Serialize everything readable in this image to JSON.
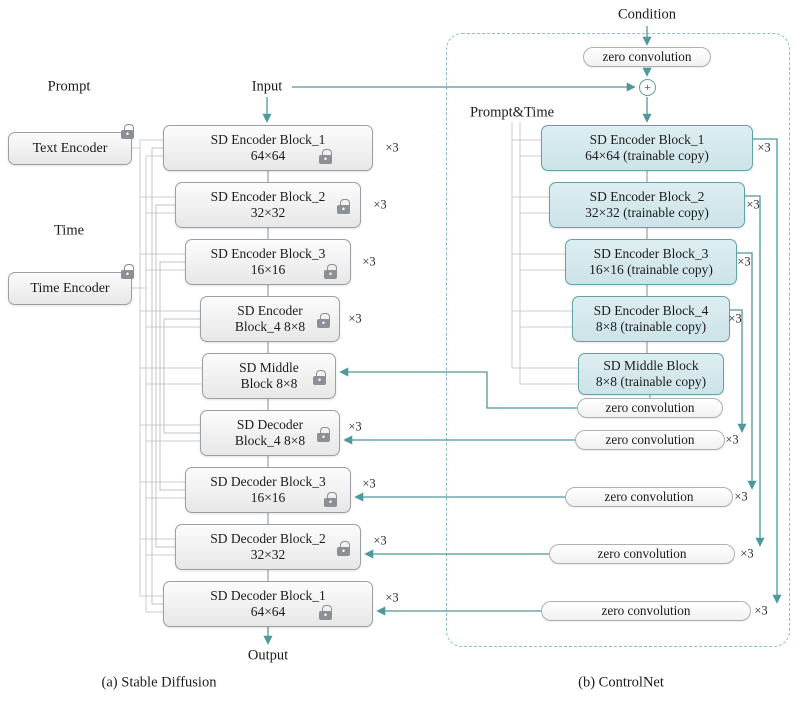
{
  "labels": {
    "prompt": "Prompt",
    "time": "Time",
    "input": "Input",
    "output": "Output",
    "condition": "Condition",
    "prompt_time": "Prompt&Time",
    "caption_a": "(a) Stable Diffusion",
    "caption_b": "(b) ControlNet",
    "plus": "+",
    "times3": "×3"
  },
  "encoders": {
    "text_encoder": "Text Encoder",
    "time_encoder": "Time Encoder"
  },
  "sd_blocks": [
    {
      "line1": "SD Encoder Block_1",
      "line2": "64×64"
    },
    {
      "line1": "SD Encoder Block_2",
      "line2": "32×32"
    },
    {
      "line1": "SD Encoder Block_3",
      "line2": "16×16"
    },
    {
      "line1": "SD Encoder",
      "line2": "Block_4 8×8"
    },
    {
      "line1": "SD Middle",
      "line2": "Block 8×8"
    },
    {
      "line1": "SD Decoder",
      "line2": "Block_4 8×8"
    },
    {
      "line1": "SD Decoder Block_3",
      "line2": "16×16"
    },
    {
      "line1": "SD Decoder Block_2",
      "line2": "32×32"
    },
    {
      "line1": "SD Decoder Block_1",
      "line2": "64×64"
    }
  ],
  "cn_blocks": [
    {
      "line1": "SD Encoder Block_1",
      "line2": "64×64 (trainable copy)"
    },
    {
      "line1": "SD Encoder Block_2",
      "line2": "32×32 (trainable copy)"
    },
    {
      "line1": "SD Encoder Block_3",
      "line2": "16×16 (trainable copy)"
    },
    {
      "line1": "SD Encoder Block_4",
      "line2": "8×8 (trainable copy)"
    },
    {
      "line1": "SD Middle Block",
      "line2": "8×8 (trainable copy)"
    }
  ],
  "zero_convolution": "zero convolution",
  "colors": {
    "teal": "#4f999c",
    "sd_border": "#9aa0a5",
    "sd_fill_top": "#fcfcfc",
    "sd_fill_bottom": "#e7e7e7",
    "cn_border": "#63a0a8",
    "cn_fill_top": "#ddeef1",
    "cn_fill_bottom": "#cde3e8",
    "pill_border": "#abb1b5",
    "dash_border": "#85bfc2",
    "gray_line": "#c9cdd0",
    "gray_skip": "#bfc3c7",
    "gray_conn": "#9aa0a6",
    "lock_color": "#8b9096",
    "plus_border": "#6a9b9d"
  }
}
